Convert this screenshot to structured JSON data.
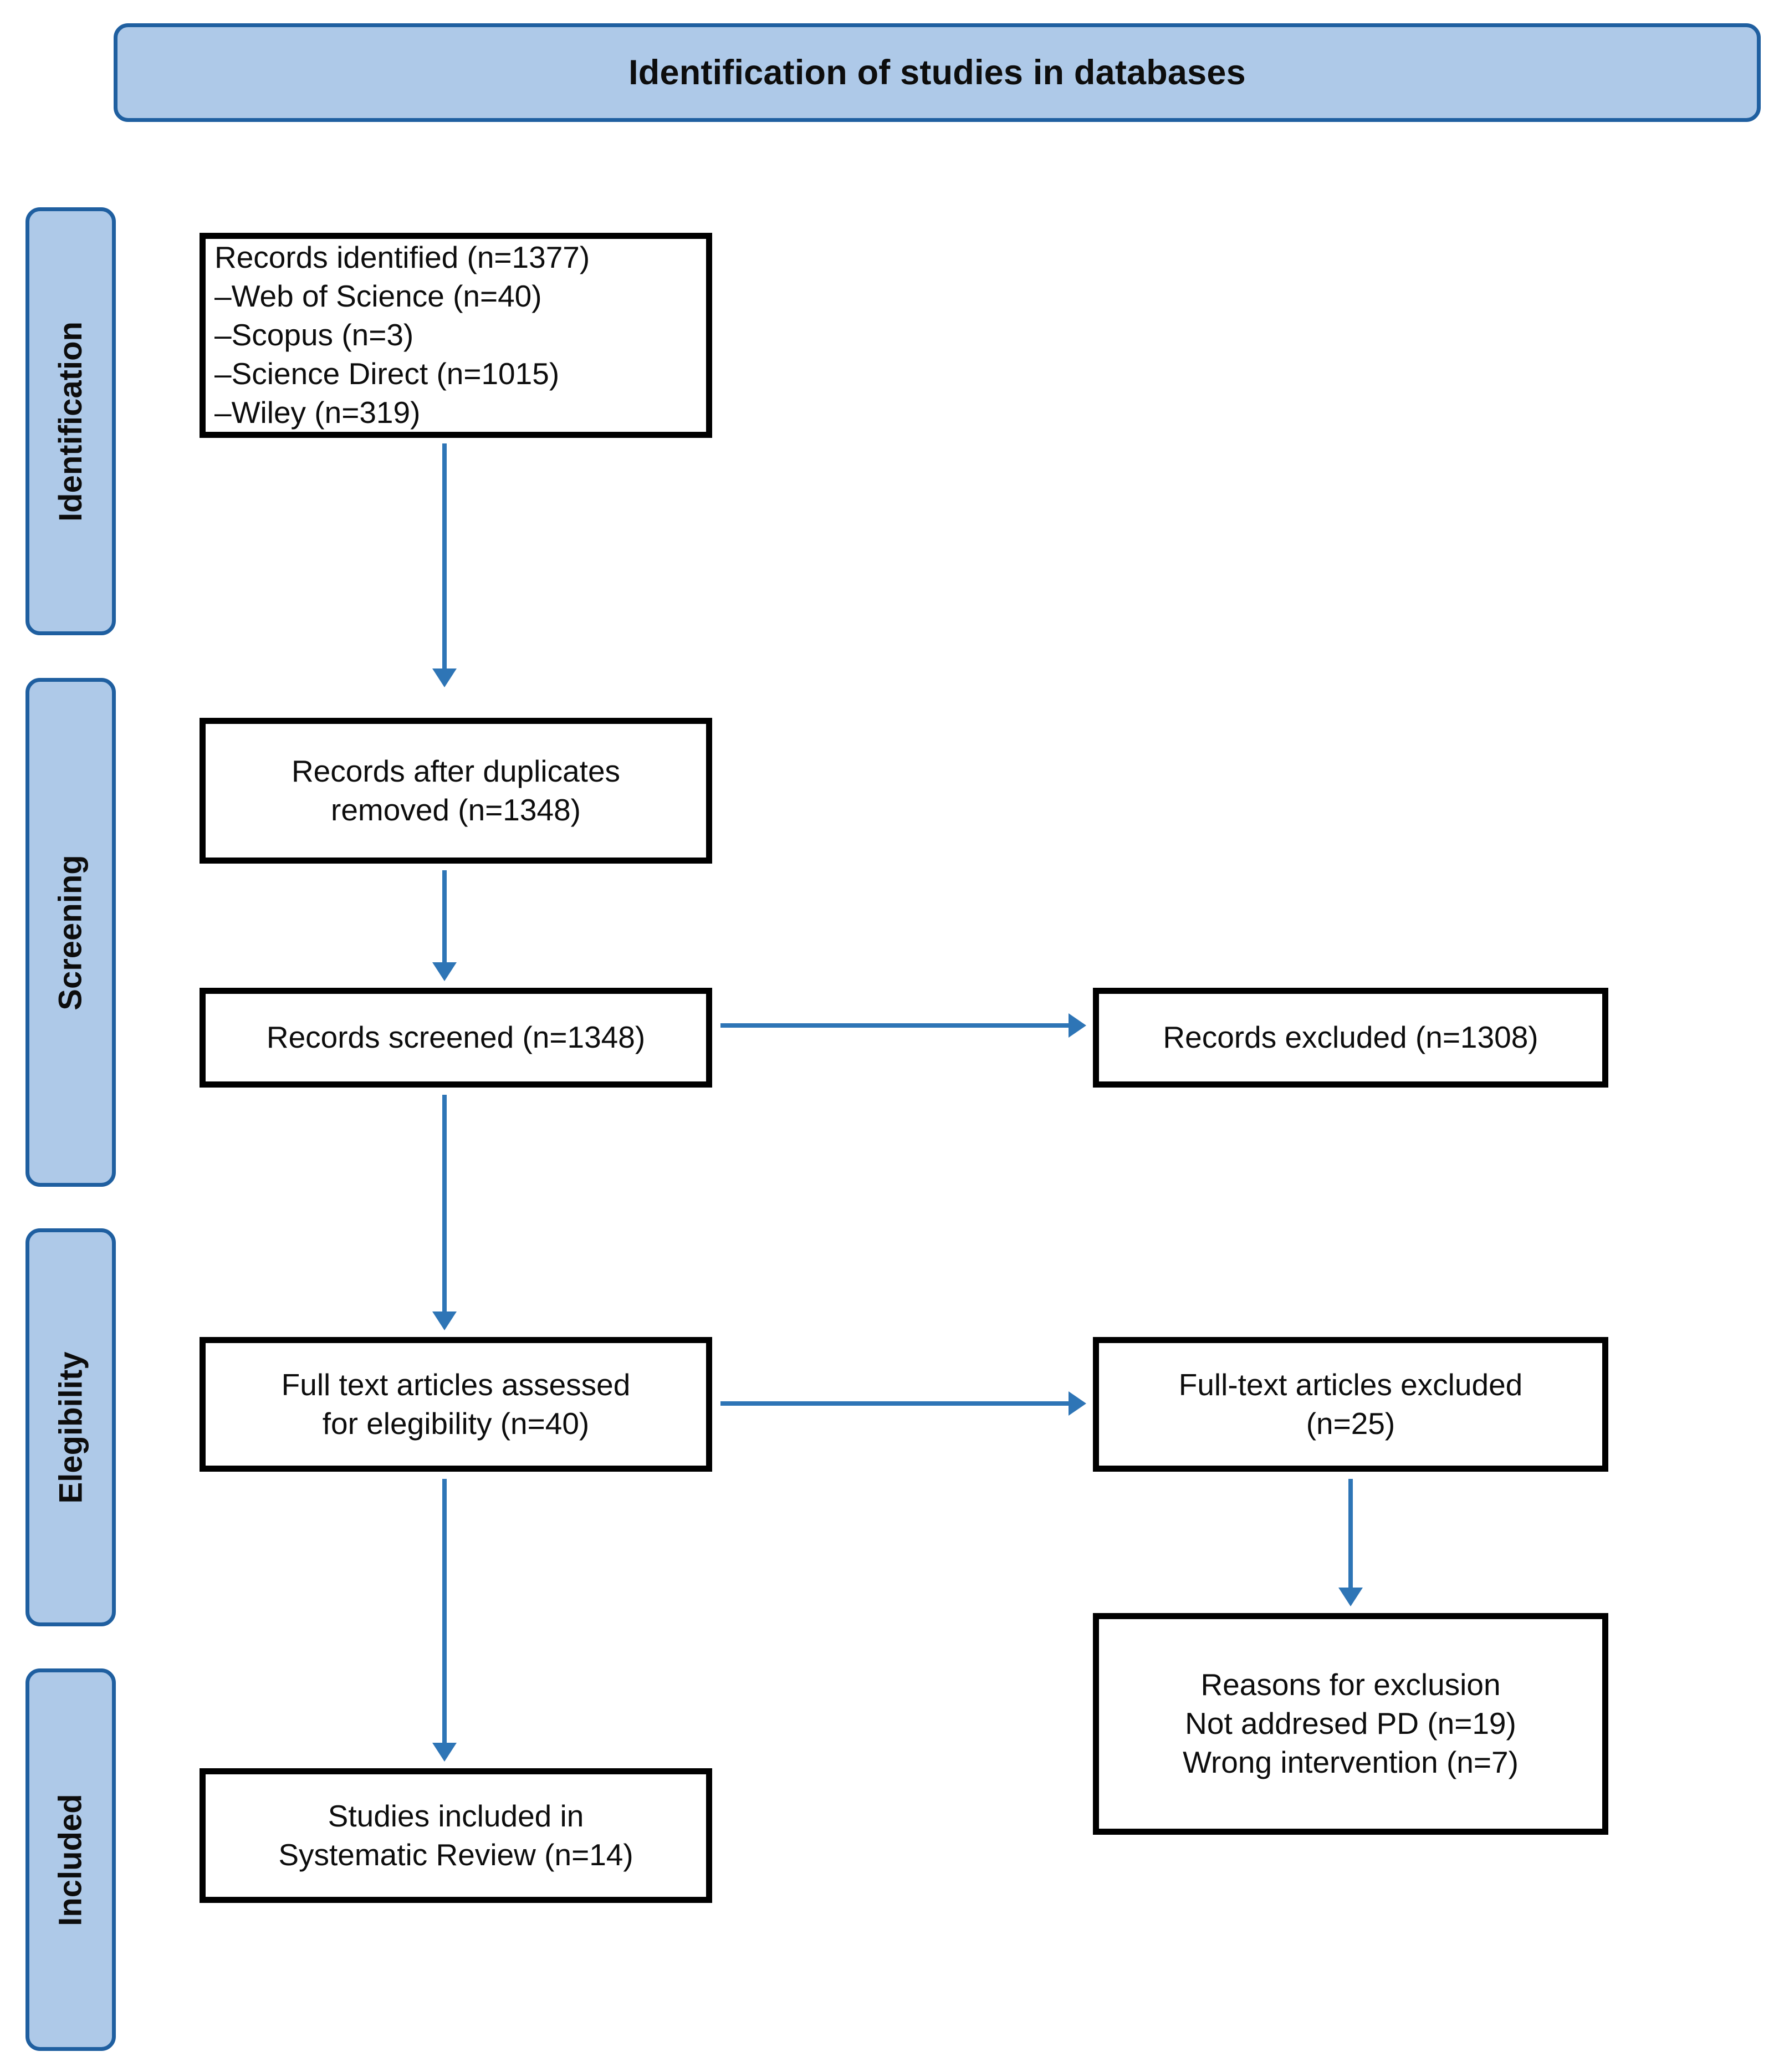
{
  "banner": {
    "title": "Identification of studies in databases"
  },
  "phases": [
    {
      "id": "identification",
      "label": "Identification"
    },
    {
      "id": "screening",
      "label": "Screening"
    },
    {
      "id": "eligibility",
      "label": "Elegibility"
    },
    {
      "id": "included",
      "label": "Included"
    }
  ],
  "boxes": {
    "identified": {
      "name": "records-identified",
      "align": "left",
      "lines": [
        "Records identified (n=1377)",
        "–Web of Science (n=40)",
        "–Scopus (n=3)",
        "–Science Direct (n=1015)",
        "–Wiley (n=319)"
      ]
    },
    "dedup": {
      "name": "records-after-duplicates-removed",
      "align": "center",
      "lines": [
        "Records after duplicates",
        "removed (n=1348)"
      ]
    },
    "screened": {
      "name": "records-screened",
      "align": "center",
      "lines": [
        "Records screened (n=1348)"
      ]
    },
    "excluded": {
      "name": "records-excluded",
      "align": "center",
      "lines": [
        "Records excluded (n=1308)"
      ]
    },
    "fulltext": {
      "name": "full-text-assessed",
      "align": "center",
      "lines": [
        "Full text articles assessed",
        "for elegibility (n=40)"
      ]
    },
    "ftexcluded": {
      "name": "full-text-excluded",
      "align": "center",
      "lines": [
        "Full-text articles excluded",
        "(n=25)"
      ]
    },
    "reasons": {
      "name": "reasons-for-exclusion",
      "align": "center",
      "lines": [
        "Reasons for exclusion",
        "",
        "Not addresed PD (n=19)",
        "Wrong intervention (n=7)"
      ]
    },
    "included": {
      "name": "studies-included",
      "align": "center",
      "lines": [
        "Studies included in",
        "Systematic Review (n=14)"
      ]
    }
  },
  "colors": {
    "banner_fill": "#AEC9E8",
    "banner_border": "#1F5FA0",
    "arrow": "#2E75B6",
    "box_border": "#000000",
    "box_fill": "#FFFFFF",
    "text": "#0D0D0D"
  },
  "chart_data": {
    "type": "diagram",
    "title": "Identification of studies in databases",
    "flow": "PRISMA study selection flow diagram",
    "stages": [
      {
        "phase": "Identification",
        "label": "Records identified",
        "n": 1377,
        "sources": [
          {
            "name": "Web of Science",
            "n": 40
          },
          {
            "name": "Scopus",
            "n": 3
          },
          {
            "name": "Science Direct",
            "n": 1015
          },
          {
            "name": "Wiley",
            "n": 319
          }
        ]
      },
      {
        "phase": "Screening",
        "label": "Records after duplicates removed",
        "n": 1348
      },
      {
        "phase": "Screening",
        "label": "Records screened",
        "n": 1348
      },
      {
        "phase": "Screening",
        "label": "Records excluded",
        "n": 1308,
        "branch": "excluded"
      },
      {
        "phase": "Elegibility",
        "label": "Full text articles assessed for elegibility",
        "n": 40
      },
      {
        "phase": "Elegibility",
        "label": "Full-text articles excluded",
        "n": 25,
        "branch": "excluded",
        "reasons": [
          {
            "name": "Not addresed PD",
            "n": 19
          },
          {
            "name": "Wrong intervention",
            "n": 7
          }
        ]
      },
      {
        "phase": "Included",
        "label": "Studies included in Systematic Review",
        "n": 14
      }
    ]
  }
}
